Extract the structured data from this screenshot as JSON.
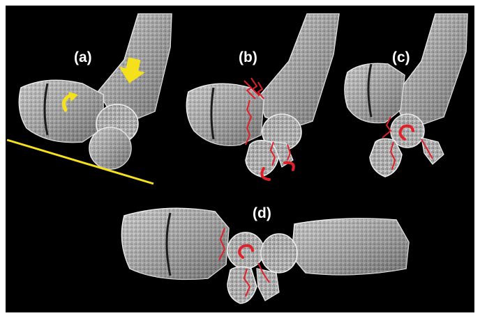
{
  "figure": {
    "panels": [
      {
        "id": "a",
        "label": "(a)"
      },
      {
        "id": "b",
        "label": "(b)"
      },
      {
        "id": "c",
        "label": "(c)"
      },
      {
        "id": "d",
        "label": "(d)"
      }
    ]
  },
  "colors": {
    "background": "#000000",
    "bone": "#bdbdbd",
    "bone_edge": "#f0f0f0",
    "arrow": "#f5e11b",
    "fracture": "#e0202a"
  }
}
